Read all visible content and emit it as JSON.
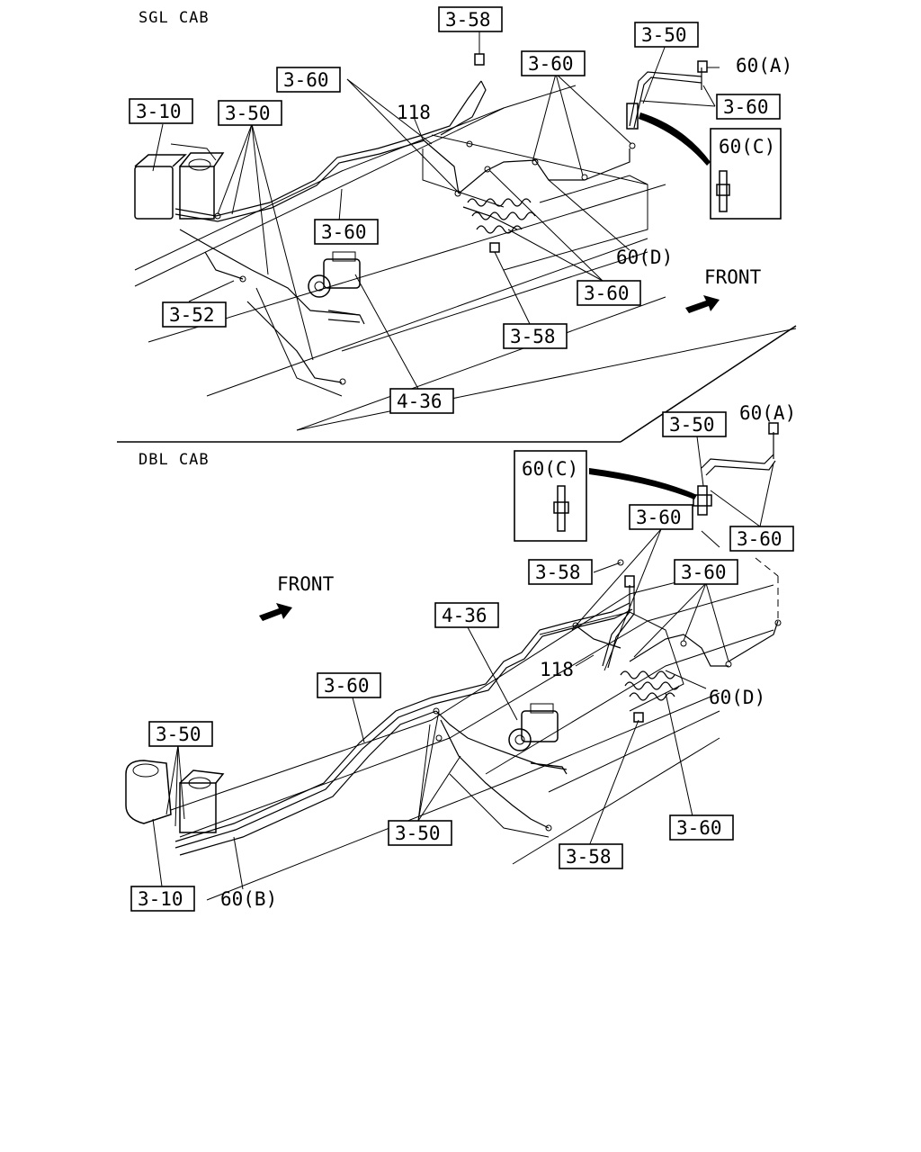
{
  "sections": {
    "single": "SGL CAB",
    "double": "DBL CAB"
  },
  "front": "FRONT",
  "sgl": {
    "l_3_58_top": "3-58",
    "l_3_50_top": "3-50",
    "l_60a": "60(A)",
    "l_3_60_a": "3-60",
    "l_3_60_b": "3-60",
    "l_3_60_c": "3-60",
    "l_118": "118",
    "l_3_10": "3-10",
    "l_3_50_left": "3-50",
    "l_60c": "60(C)",
    "l_3_60_d": "3-60",
    "l_60d": "60(D)",
    "l_3_60_e": "3-60",
    "l_3_52": "3-52",
    "l_3_58_bottom": "3-58",
    "l_4_36": "4-36"
  },
  "dbl": {
    "l_3_50_top": "3-50",
    "l_60a": "60(A)",
    "l_60c": "60(C)",
    "l_3_60_a": "3-60",
    "l_3_60_b": "3-60",
    "l_3_58_a": "3-58",
    "l_3_60_c": "3-60",
    "l_4_36": "4-36",
    "l_118": "118",
    "l_60d": "60(D)",
    "l_3_60_d": "3-60",
    "l_3_50_left": "3-50",
    "l_3_50_mid": "3-50",
    "l_3_60_e": "3-60",
    "l_3_58_b": "3-58",
    "l_3_10": "3-10",
    "l_60b": "60(B)"
  }
}
